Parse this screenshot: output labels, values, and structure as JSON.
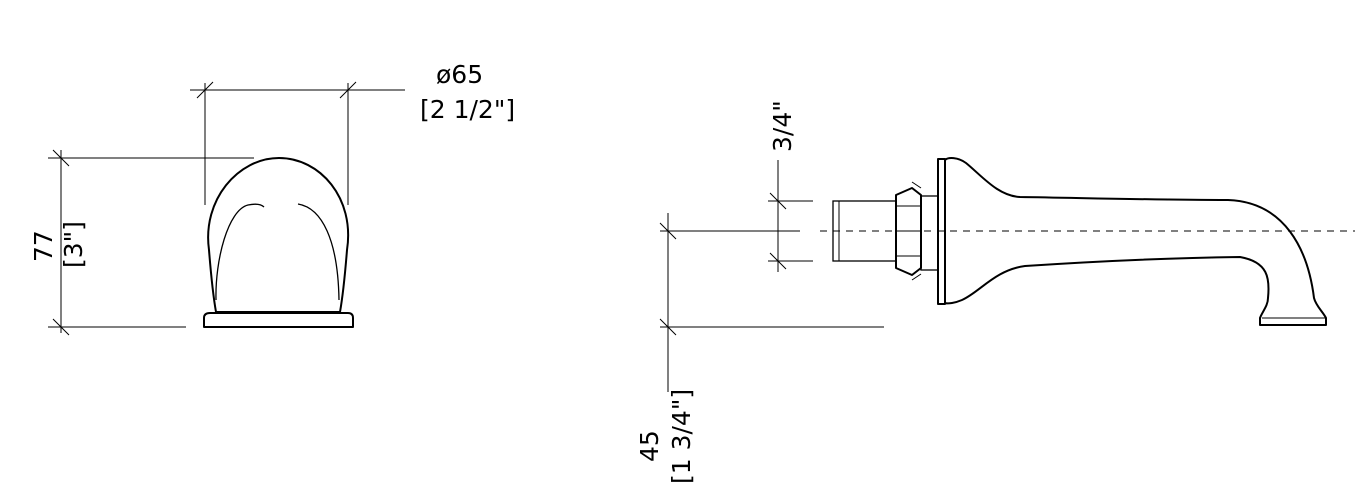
{
  "front_view": {
    "diameter_mm": "ø65",
    "diameter_in": "[2 1/2\"]",
    "height_mm": "77",
    "height_in": "[3\"]"
  },
  "side_view": {
    "pipe_size": "3/4\"",
    "offset_mm": "45",
    "offset_in": "[1 3/4\"]"
  }
}
